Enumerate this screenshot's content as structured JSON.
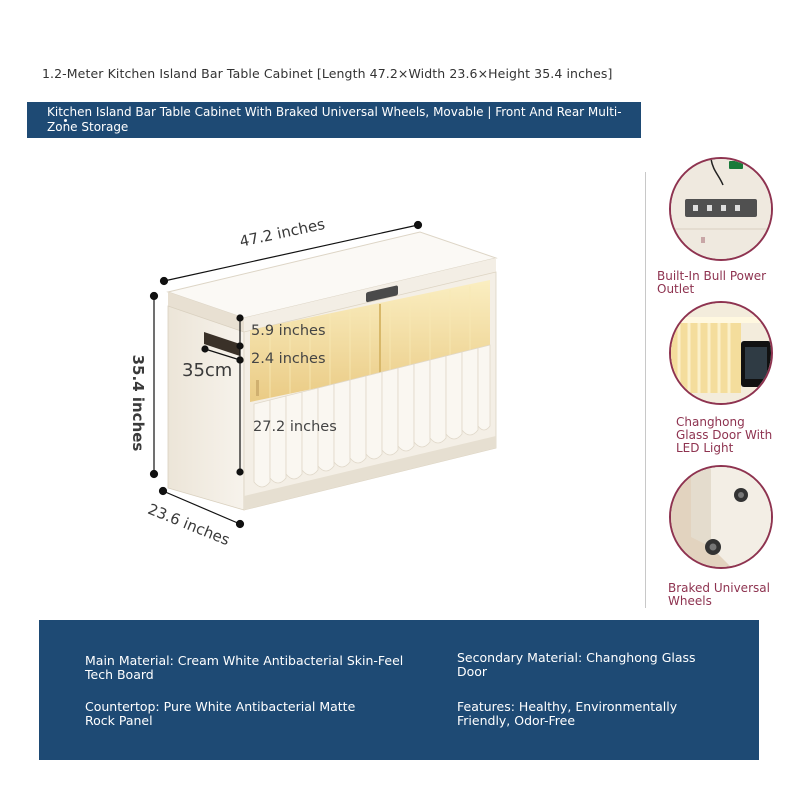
{
  "header": {
    "title": "1.2-Meter Kitchen Island Bar Table Cabinet [Length 47.2×Width 23.6×Height 35.4 inches]"
  },
  "banner": {
    "text": "Kitchen Island Bar Table Cabinet With Braked Universal Wheels, Movable | Front And Rear Multi-Zone Storage"
  },
  "dimensions": {
    "length": "47.2 inches",
    "height": "35.4 inches",
    "width": "23.6 inches",
    "depth_cm": "35cm",
    "top_section": "5.9 inches",
    "middle_gap": "2.4 inches",
    "lower_section": "27.2 inches"
  },
  "features": [
    {
      "label": "Built-In Bull Power Outlet",
      "icon": "power-outlet-icon"
    },
    {
      "label": "Changhong Glass Door With LED Light",
      "icon": "led-glass-door-icon"
    },
    {
      "label": "Braked Universal Wheels",
      "icon": "caster-wheel-icon"
    }
  ],
  "specs": {
    "main_material": "Main Material: Cream White Antibacterial Skin-Feel Tech Board",
    "secondary_material": "Secondary Material: Changhong Glass Door",
    "countertop": "Countertop: Pure White Antibacterial Matte Rock Panel",
    "features": "Features: Healthy, Environmentally Friendly, Odor-Free"
  },
  "colors": {
    "banner": "#1e4a74",
    "accent": "#8e3350",
    "cabinet": "#f4efe6",
    "led_glow": "#f2d98c"
  }
}
